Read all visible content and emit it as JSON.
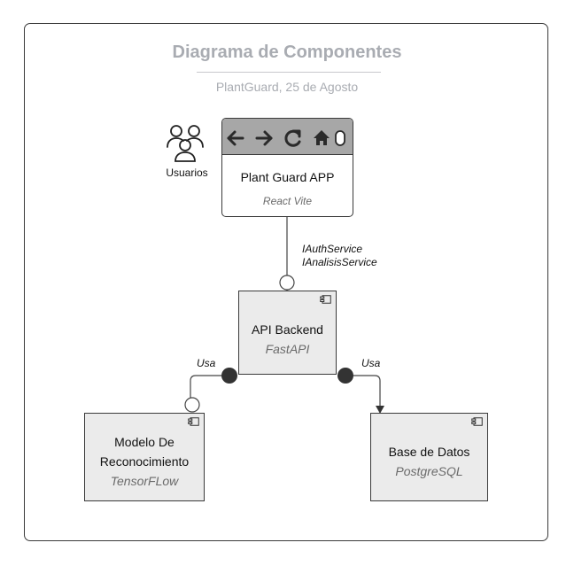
{
  "diagram": {
    "title": "Diagrama de Componentes",
    "subtitle": "PlantGuard, 25 de Agosto"
  },
  "actor": {
    "label": "Usuarios",
    "icon": "users-icon"
  },
  "app": {
    "title": "Plant Guard APP",
    "tech": "React Vite",
    "toolbar_icons": [
      "arrow-left-icon",
      "arrow-right-icon",
      "reload-icon",
      "home-icon",
      "mouse-icon"
    ]
  },
  "interfaces": {
    "auth": "IAuthService",
    "analisis": "IAnalisisService"
  },
  "components": {
    "api": {
      "name": "API Backend",
      "tech": "FastAPI"
    },
    "modelo": {
      "name_line1": "Modelo De",
      "name_line2": "Reconocimiento",
      "tech": "TensorFLow"
    },
    "base": {
      "name": "Base de Datos",
      "tech": "PostgreSQL"
    }
  },
  "relations": {
    "left_label": "Usa",
    "right_label": "Usa"
  },
  "colors": {
    "title": "#a9acb2",
    "component_fill": "#ebebeb",
    "toolbar_fill": "#a7a7a7",
    "line": "#3a3a3a",
    "port": "#333333"
  }
}
